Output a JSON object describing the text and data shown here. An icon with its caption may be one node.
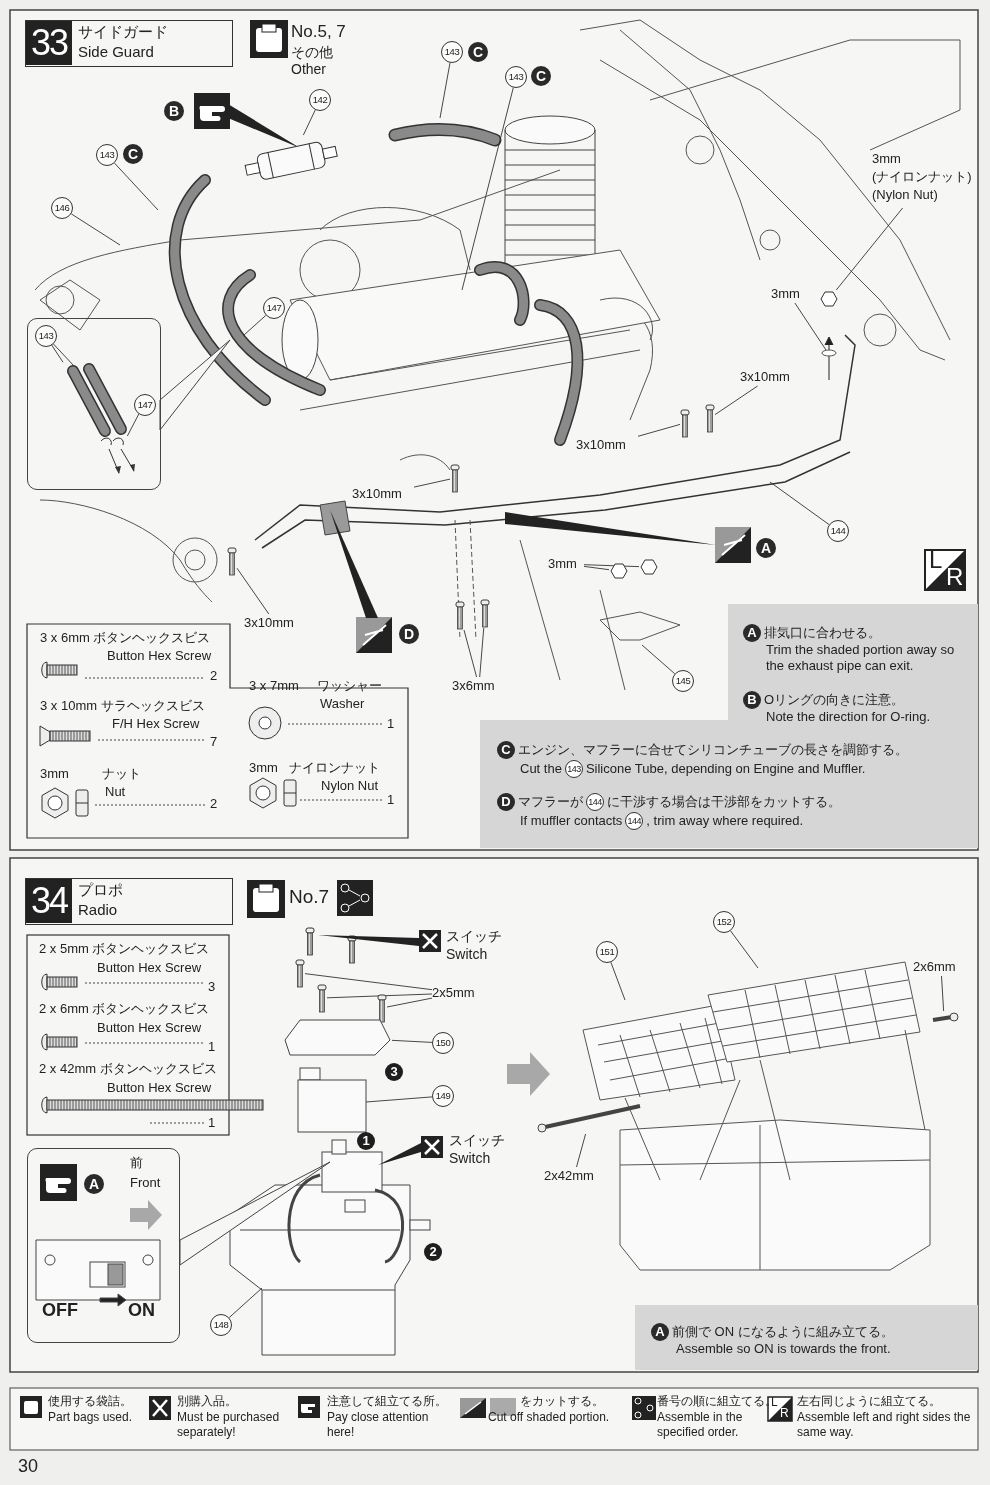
{
  "diagram": {
    "nodes": [
      {
        "text": [
          "33",
          "サイドガード",
          "Side Guard"
        ]
      },
      {
        "text": [
          "142"
        ]
      },
      {
        "text": [
          "143"
        ]
      },
      {
        "text": [
          "143"
        ]
      },
      {
        "text": [
          "143"
        ]
      },
      {
        "text": [
          "146"
        ]
      },
      {
        "text": [
          "147"
        ]
      },
      {
        "text": [],
        "shape": "box"
      },
      {
        "text": [
          "143"
        ],
        "in": 7
      },
      {
        "text": [
          "147"
        ],
        "in": 7
      },
      {
        "text": [
          "3mm",
          "(ナイロンナット)",
          "(Nylon Nut)"
        ]
      },
      {
        "text": [
          "3mm"
        ]
      },
      {
        "text": [
          "3x10mm"
        ]
      },
      {
        "text": [
          "3x10mm"
        ]
      },
      {
        "text": [
          "3x10mm"
        ]
      },
      {
        "text": [
          "144"
        ]
      },
      {
        "text": [
          "3x10mm"
        ]
      },
      {
        "text": [
          "3mm"
        ]
      },
      {
        "text": [
          "3x6mm"
        ]
      },
      {
        "text": [
          "145"
        ]
      },
      {
        "text": [
          "3 x 6mm ボタンヘックスビス",
          "Button Hex Screw",
          "2",
          "3 x 10mm サラヘックスビス",
          "F/H Hex Screw",
          "7",
          "3mm",
          "ナット",
          "Nut",
          "2",
          "3 x 7mm",
          "ワッシャー",
          "Washer",
          "1",
          "3mm",
          "ナイロンナット",
          "Nylon Nut",
          "1"
        ]
      },
      {
        "text": [
          "A",
          "排気口に合わせる。",
          "Trim the shaded portion away so the exhaust pipe can exit.",
          "B",
          "Oリングの向きに注意。",
          "Note the direction for O-ring.",
          "C",
          "エンジン、マフラーに合せてシリコンチューブの長さを調節する。",
          "Cut the",
          "143",
          "Silicone Tube, depending on Engine and Muffler.",
          "D",
          "マフラーが",
          "144",
          "に干渉する場合は干渉部をカットする。",
          "If muffler contacts",
          "144",
          ", trim away where required."
        ]
      },
      {
        "text": [
          "34",
          "プロポ",
          "Radio"
        ]
      },
      {
        "text": [
          "2x5mm"
        ]
      },
      {
        "text": [
          "150"
        ]
      },
      {
        "text": [
          "149"
        ]
      },
      {
        "text": [
          "148"
        ]
      },
      {
        "text": [
          "2 x 5mm ボタンヘックスビス",
          "Button Hex Screw",
          "3",
          "2 x 6mm ボタンヘックスビス",
          "Button Hex Screw",
          "1",
          "2 x 42mm ボタンヘックスビス",
          "Button Hex Screw",
          "1"
        ]
      },
      {
        "text": [
          "前",
          "Front",
          "OFF",
          "ON"
        ]
      },
      {
        "text": [
          "151"
        ]
      },
      {
        "text": [
          "152"
        ]
      },
      {
        "text": [
          "2x6mm"
        ]
      },
      {
        "text": [
          "2x42mm"
        ]
      },
      {
        "text": [
          "A",
          "前側で ON になるように組み立てる。",
          "Assemble so ON is towards the front."
        ]
      },
      {
        "text": [
          "使用する袋詰。",
          "Part bags used.",
          "別購入品。",
          "Must be purchased separately!",
          "注意して組立てる所。",
          "Pay close attention here!",
          "をカットする。",
          "Cut off shaded portion.",
          "番号の順に組立てる。",
          "Assemble in the specified order.",
          "左右同じように組立てる。",
          "Assemble left and right sides the same way."
        ]
      },
      {
        "text": [],
        "shape": "picture"
      },
      {
        "text": [],
        "shape": "picture",
        "in": 7
      },
      {
        "text": [],
        "shape": "picture",
        "in": 7
      },
      {
        "text": [],
        "shape": "box"
      },
      {
        "text": [],
        "shape": "bar"
      },
      {
        "text": [],
        "shape": "bar"
      },
      {
        "text": [],
        "shape": "bar"
      },
      {
        "text": [],
        "shape": "bar"
      },
      {
        "text": [],
        "shape": "box"
      },
      {
        "text": [],
        "shape": "box"
      },
      {
        "text": [],
        "shape": "bar"
      },
      {
        "text": [],
        "shape": "bar"
      },
      {
        "text": [],
        "shape": "bar"
      },
      {
        "text": [],
        "shape": "bar"
      },
      {
        "text": [],
        "shape": "bar"
      },
      {
        "text": [],
        "shape": "box"
      },
      {
        "text": [],
        "shape": "picture"
      },
      {
        "text": [],
        "shape": "picture"
      },
      {
        "text": [],
        "shape": "picture",
        "in": 7
      }
    ],
    "edges": [
      {
        "from": 1,
        "to": 35,
        "arrow": "none"
      },
      {
        "from": 2,
        "to": null,
        "arrow": "none"
      },
      {
        "from": 3,
        "to": null,
        "arrow": "none"
      },
      {
        "from": 4,
        "to": null,
        "arrow": "none"
      },
      {
        "from": 5,
        "to": null,
        "arrow": "none"
      },
      {
        "from": 6,
        "to": null,
        "arrow": "none"
      },
      {
        "from": 8,
        "to": 36,
        "arrow": "none"
      },
      {
        "from": 8,
        "to": 37,
        "arrow": "none"
      },
      {
        "from": 9,
        "to": 53,
        "arrow": "none"
      },
      {
        "from": 10,
        "to": 38,
        "arrow": "none"
      },
      {
        "from": 11,
        "to": null,
        "arrow": "none"
      },
      {
        "from": 12,
        "to": 39,
        "arrow": "none"
      },
      {
        "from": 13,
        "to": 40,
        "arrow": "none"
      },
      {
        "from": 14,
        "to": 41,
        "arrow": "none"
      },
      {
        "from": 15,
        "to": null,
        "arrow": "none"
      },
      {
        "from": 16,
        "to": 42,
        "arrow": "none"
      },
      {
        "from": 17,
        "to": 43,
        "arrow": "none"
      },
      {
        "from": 17,
        "to": 44,
        "arrow": "none"
      },
      {
        "from": 18,
        "to": 45,
        "arrow": "none"
      },
      {
        "from": 18,
        "to": 46,
        "arrow": "none"
      },
      {
        "from": 19,
        "to": null,
        "arrow": "none"
      },
      {
        "from": 23,
        "to": 47,
        "arrow": "none"
      },
      {
        "from": 23,
        "to": 48,
        "arrow": "none"
      },
      {
        "from": 23,
        "to": 49,
        "arrow": "none"
      },
      {
        "from": 24,
        "to": 50,
        "arrow": "none"
      },
      {
        "from": 25,
        "to": null,
        "arrow": "none"
      },
      {
        "from": 26,
        "to": null,
        "arrow": "none"
      },
      {
        "from": 29,
        "to": null,
        "arrow": "none"
      },
      {
        "from": 30,
        "to": null,
        "arrow": "none"
      },
      {
        "from": 31,
        "to": 51,
        "arrow": "none"
      },
      {
        "from": 32,
        "to": 52,
        "arrow": "none"
      }
    ],
    "labels": [
      "No.5, 7",
      "その他",
      "Other",
      "B",
      "C",
      "C",
      "C",
      "A",
      "D",
      "L",
      "R",
      "No.7",
      "スイッチ",
      "Switch",
      "スイッチ",
      "Switch",
      "3",
      "1",
      "2",
      "A",
      "L",
      "R",
      "30"
    ]
  }
}
